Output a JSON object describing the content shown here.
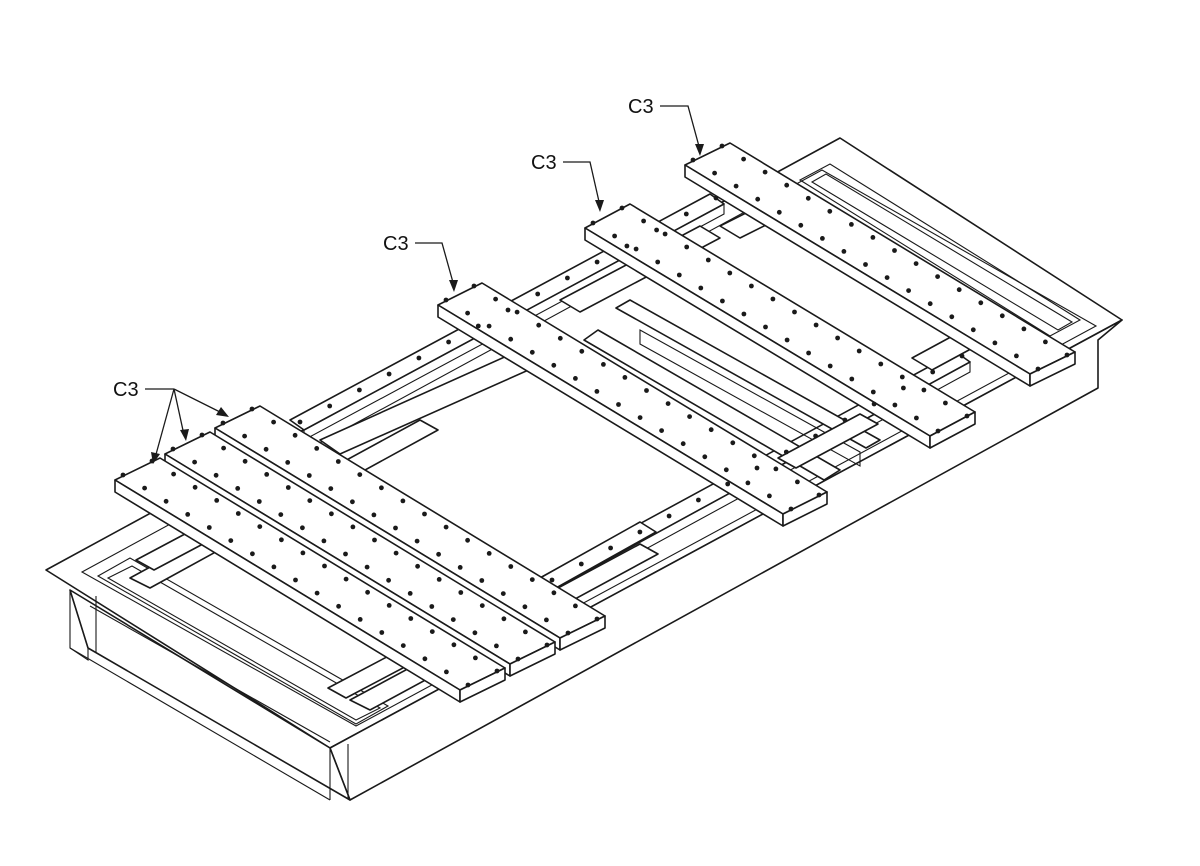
{
  "callouts": {
    "c3_top_right": "C3",
    "c3_top_middle": "C3",
    "c3_center": "C3",
    "c3_left_group": "C3"
  }
}
